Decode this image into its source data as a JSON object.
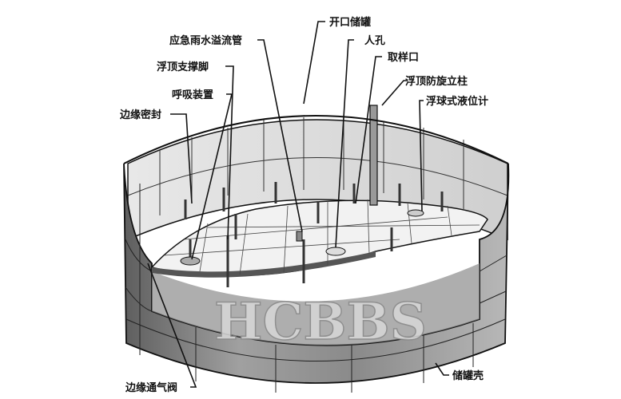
{
  "labels": {
    "open_tank": "开口储罐",
    "emergency_overflow": "应急雨水溢流管",
    "manhole": "人孔",
    "sampling_port": "取样口",
    "roof_support_leg": "浮顶支撑脚",
    "anti_rotation_column": "浮顶防旋立柱",
    "breather_device": "呼吸装置",
    "float_level_gauge": "浮球式液位计",
    "rim_seal": "边缘密封",
    "rim_vent_valve": "边缘通气阀",
    "tank_shell": "储罐壳"
  },
  "watermark": "HCBBS",
  "colors": {
    "shell": "#9a9a9a",
    "shell_dark": "#6e6e6e",
    "roof": "#f0f0f0",
    "ink": "#111111"
  }
}
